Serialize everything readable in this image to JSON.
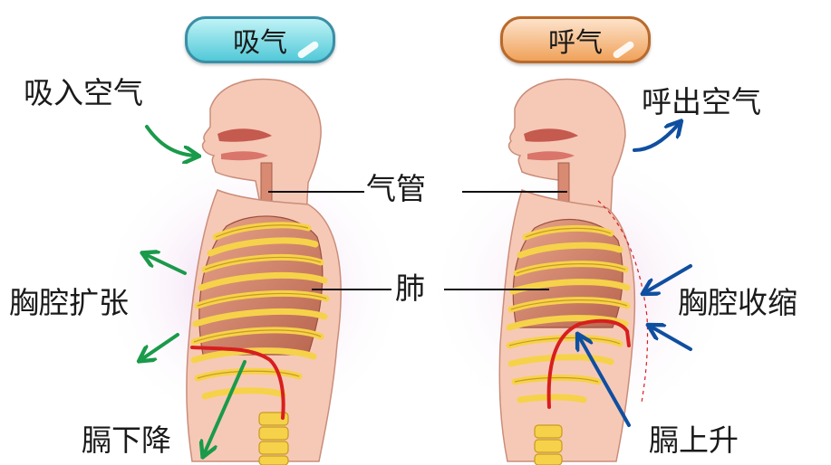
{
  "titles": {
    "inhale": "吸气",
    "exhale": "呼气"
  },
  "labels": {
    "inhale_air": "吸入空气",
    "exhale_air": "呼出空气",
    "trachea": "气管",
    "lung": "肺",
    "chest_expand": "胸腔扩张",
    "chest_contract": "胸腔收缩",
    "diaphragm_down": "膈下降",
    "diaphragm_up": "膈上升"
  },
  "colors": {
    "inhale_arrow": "#1a9a4a",
    "exhale_arrow": "#0f4fa0",
    "diaphragm": "#d81e1e",
    "ribs": "#f6d24a",
    "skin": "#f6c9b6",
    "lung": "#d88a72",
    "glow": "#e6c7e8"
  }
}
